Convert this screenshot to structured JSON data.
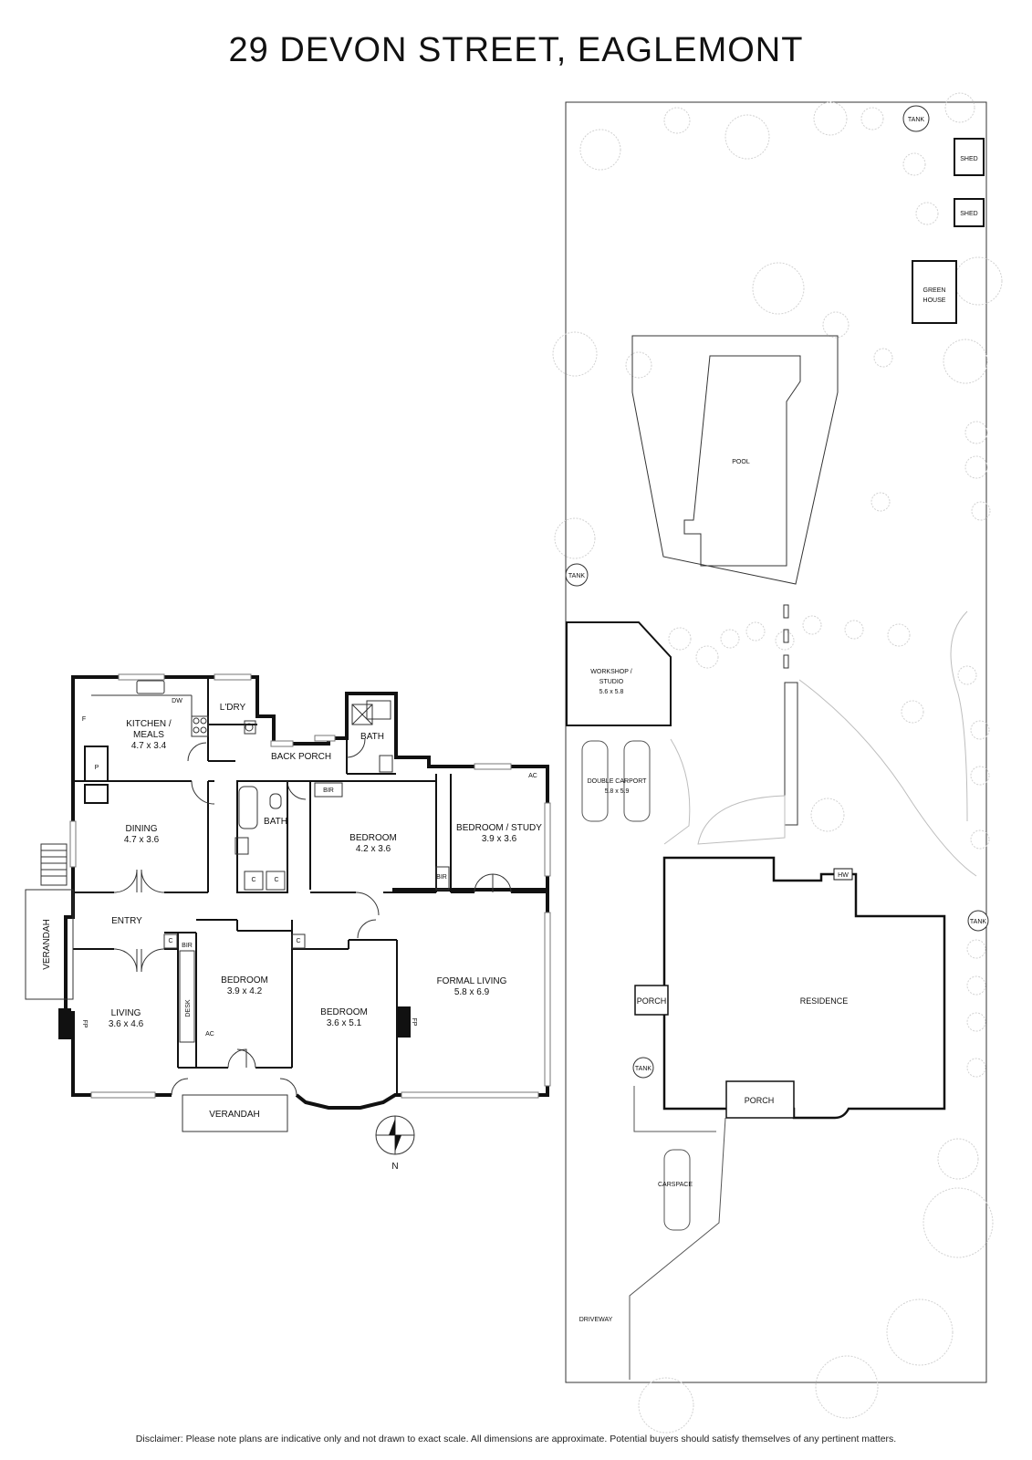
{
  "title": "29 DEVON STREET, EAGLEMONT",
  "disclaimer": "Disclaimer: Please note plans are indicative only and not drawn to exact scale. All dimensions are approximate. Potential buyers should satisfy themselves of any pertinent matters.",
  "floor_plan": {
    "kitchen": {
      "name": "KITCHEN /",
      "name2": "MEALS",
      "size": "4.7 x 3.4"
    },
    "laundry": "L'DRY",
    "back_porch": "BACK PORCH",
    "bath_upper": "BATH",
    "bath_lower": "BATH",
    "dining": {
      "name": "DINING",
      "size": "4.7 x 3.6"
    },
    "bedroom_mid": {
      "name": "BEDROOM",
      "size": "4.2 x 3.6"
    },
    "bedroom_study": {
      "name": "BEDROOM / STUDY",
      "size": "3.9 x 3.6"
    },
    "entry": "ENTRY",
    "verandah_side": "VERANDAH",
    "living": {
      "name": "LIVING",
      "size": "3.6 x 4.6"
    },
    "bedroom_front1": {
      "name": "BEDROOM",
      "size": "3.9 x 4.2"
    },
    "bedroom_front2": {
      "name": "BEDROOM",
      "size": "3.6 x 5.1"
    },
    "formal_living": {
      "name": "FORMAL LIVING",
      "size": "5.8 x 6.9"
    },
    "verandah_front": "VERANDAH",
    "abbr": {
      "dw": "DW",
      "f": "F",
      "p": "P",
      "c": "C",
      "bir": "BIR",
      "desk": "DESK",
      "ac": "AC",
      "fp": "FP"
    },
    "compass": "N"
  },
  "site_plan": {
    "tank": "TANK",
    "shed": "SHED",
    "greenhouse1": "GREEN",
    "greenhouse2": "HOUSE",
    "pool": "POOL",
    "workshop": {
      "name": "WORKSHOP /",
      "name2": "STUDIO",
      "size": "5.6 x 5.8"
    },
    "carport": {
      "name": "DOUBLE CARPORT",
      "size": "5.8 x 5.9"
    },
    "hw": "HW",
    "residence": "RESIDENCE",
    "porch": "PORCH",
    "carspace": "CARSPACE",
    "driveway": "DRIVEWAY"
  }
}
